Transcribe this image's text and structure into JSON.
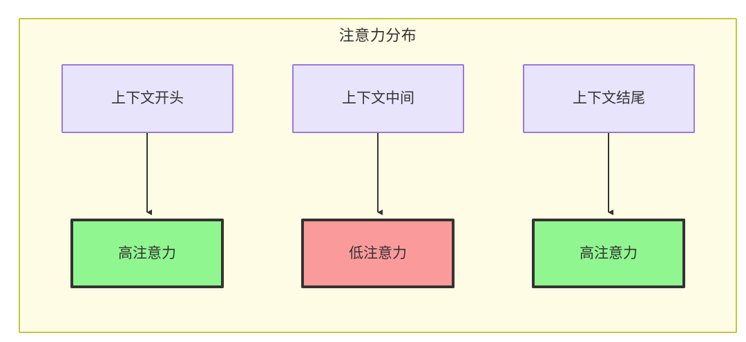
{
  "diagram": {
    "title": "注意力分布",
    "type": "flowchart",
    "container": {
      "fill": "#fffce5",
      "stroke": "#c8c43c"
    },
    "nodes": [
      {
        "id": "ctx-start",
        "label": "上下文开头",
        "role": "source",
        "fill": "#e8e4fb",
        "stroke": "#9a76e3"
      },
      {
        "id": "ctx-middle",
        "label": "上下文中间",
        "role": "source",
        "fill": "#e8e4fb",
        "stroke": "#9a76e3"
      },
      {
        "id": "ctx-end",
        "label": "上下文结尾",
        "role": "source",
        "fill": "#e8e4fb",
        "stroke": "#9a76e3"
      },
      {
        "id": "attn-high-start",
        "label": "高注意力",
        "role": "result-high",
        "fill": "#90f68f",
        "stroke": "#333333"
      },
      {
        "id": "attn-low-middle",
        "label": "低注意力",
        "role": "result-low",
        "fill": "#fb9a9a",
        "stroke": "#333333"
      },
      {
        "id": "attn-high-end",
        "label": "高注意力",
        "role": "result-high",
        "fill": "#90f68f",
        "stroke": "#333333"
      }
    ],
    "edges": [
      {
        "from": "ctx-start",
        "to": "attn-high-start",
        "label": "",
        "arrow": "filled-triangle"
      },
      {
        "from": "ctx-middle",
        "to": "attn-low-middle",
        "label": "",
        "arrow": "filled-triangle"
      },
      {
        "from": "ctx-end",
        "to": "attn-high-end",
        "label": "",
        "arrow": "filled-triangle"
      }
    ]
  }
}
